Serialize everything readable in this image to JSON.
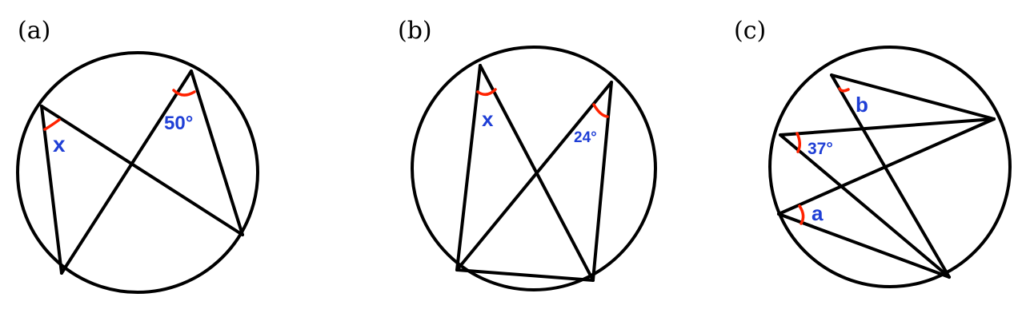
{
  "colors": {
    "line": "#000000",
    "angle_arc": "#ff2200",
    "angle_label": "#1f3fd6"
  },
  "panels": [
    {
      "id": "a",
      "label": "(a)",
      "angles": [
        {
          "label": "x"
        },
        {
          "label": "50°"
        }
      ]
    },
    {
      "id": "b",
      "label": "(b)",
      "angles": [
        {
          "label": "x"
        },
        {
          "label": "24°"
        }
      ]
    },
    {
      "id": "c",
      "label": "(c)",
      "angles": [
        {
          "label": "b"
        },
        {
          "label": "37°"
        },
        {
          "label": "a"
        }
      ]
    }
  ]
}
